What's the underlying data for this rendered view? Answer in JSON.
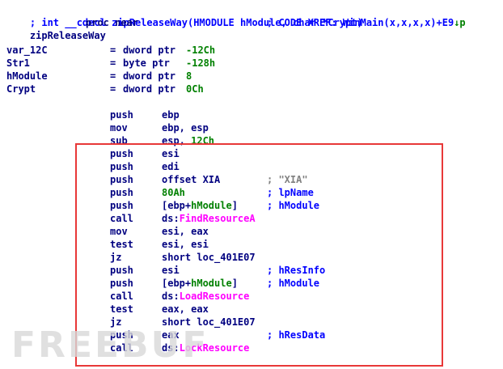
{
  "header": {
    "signature": "; int __cdecl zipReleaseWay(HMODULE hModule, char *Crypt)",
    "proc_name": "zipReleaseWay",
    "proc_decl": "proc near",
    "xref": "; CODE XREF: WinMain(x,x,x,x)+E9",
    "xref_arrow": "↓p"
  },
  "vars": [
    {
      "name": "var_12C",
      "eq": "=",
      "type": "dword ptr",
      "value": "-12Ch"
    },
    {
      "name": "Str1",
      "eq": "=",
      "type": "byte ptr",
      "value": "-128h"
    },
    {
      "name": "hModule",
      "eq": "=",
      "type": "dword ptr",
      "value": "8"
    },
    {
      "name": "Crypt",
      "eq": "=",
      "type": "dword ptr",
      "value": "0Ch"
    }
  ],
  "instructions": [
    {
      "mnemonic": "push",
      "op_prefix": "ebp",
      "op_sym": "",
      "op_suffix": "",
      "op_kind": "plain",
      "comment": "",
      "comment_kind": ""
    },
    {
      "mnemonic": "mov",
      "op_prefix": "ebp, esp",
      "op_sym": "",
      "op_suffix": "",
      "op_kind": "plain",
      "comment": "",
      "comment_kind": ""
    },
    {
      "mnemonic": "sub",
      "op_prefix": "esp, ",
      "op_sym": "12Ch",
      "op_suffix": "",
      "op_kind": "num",
      "comment": "",
      "comment_kind": ""
    },
    {
      "mnemonic": "push",
      "op_prefix": "esi",
      "op_sym": "",
      "op_suffix": "",
      "op_kind": "plain",
      "comment": "",
      "comment_kind": ""
    },
    {
      "mnemonic": "push",
      "op_prefix": "edi",
      "op_sym": "",
      "op_suffix": "",
      "op_kind": "plain",
      "comment": "",
      "comment_kind": ""
    },
    {
      "mnemonic": "push",
      "op_prefix": "offset XIA",
      "op_sym": "",
      "op_suffix": "",
      "op_kind": "plain",
      "comment": "; \"XIA\"",
      "comment_kind": "str"
    },
    {
      "mnemonic": "push",
      "op_prefix": "",
      "op_sym": "80Ah",
      "op_suffix": "",
      "op_kind": "num",
      "comment": "; lpName",
      "comment_kind": "plain"
    },
    {
      "mnemonic": "push",
      "op_prefix": "[ebp+",
      "op_sym": "hModule",
      "op_suffix": "]",
      "op_kind": "sym",
      "comment": "; hModule",
      "comment_kind": "plain"
    },
    {
      "mnemonic": "call",
      "op_prefix": "ds:",
      "op_sym": "FindResourceA",
      "op_suffix": "",
      "op_kind": "api",
      "comment": "",
      "comment_kind": ""
    },
    {
      "mnemonic": "mov",
      "op_prefix": "esi, eax",
      "op_sym": "",
      "op_suffix": "",
      "op_kind": "plain",
      "comment": "",
      "comment_kind": ""
    },
    {
      "mnemonic": "test",
      "op_prefix": "esi, esi",
      "op_sym": "",
      "op_suffix": "",
      "op_kind": "plain",
      "comment": "",
      "comment_kind": ""
    },
    {
      "mnemonic": "jz",
      "op_prefix": "short loc_401E07",
      "op_sym": "",
      "op_suffix": "",
      "op_kind": "plain",
      "comment": "",
      "comment_kind": ""
    },
    {
      "mnemonic": "push",
      "op_prefix": "esi",
      "op_sym": "",
      "op_suffix": "",
      "op_kind": "plain",
      "comment": "; hResInfo",
      "comment_kind": "plain"
    },
    {
      "mnemonic": "push",
      "op_prefix": "[ebp+",
      "op_sym": "hModule",
      "op_suffix": "]",
      "op_kind": "sym",
      "comment": "; hModule",
      "comment_kind": "plain"
    },
    {
      "mnemonic": "call",
      "op_prefix": "ds:",
      "op_sym": "LoadResource",
      "op_suffix": "",
      "op_kind": "api",
      "comment": "",
      "comment_kind": ""
    },
    {
      "mnemonic": "test",
      "op_prefix": "eax, eax",
      "op_sym": "",
      "op_suffix": "",
      "op_kind": "plain",
      "comment": "",
      "comment_kind": ""
    },
    {
      "mnemonic": "jz",
      "op_prefix": "short loc_401E07",
      "op_sym": "",
      "op_suffix": "",
      "op_kind": "plain",
      "comment": "",
      "comment_kind": ""
    },
    {
      "mnemonic": "push",
      "op_prefix": "eax",
      "op_sym": "",
      "op_suffix": "",
      "op_kind": "plain",
      "comment": "; hResData",
      "comment_kind": "plain"
    },
    {
      "mnemonic": "call",
      "op_prefix": "ds:",
      "op_sym": "LockResource",
      "op_suffix": "",
      "op_kind": "api",
      "comment": "",
      "comment_kind": ""
    }
  ],
  "watermark": "FREEBUF",
  "colors": {
    "code": "#000080",
    "comment": "#0000ff",
    "string_comment": "#808080",
    "number": "#008000",
    "api": "#ff00ff",
    "highlight_border": "#e83838",
    "watermark": "#d9d9d9"
  }
}
